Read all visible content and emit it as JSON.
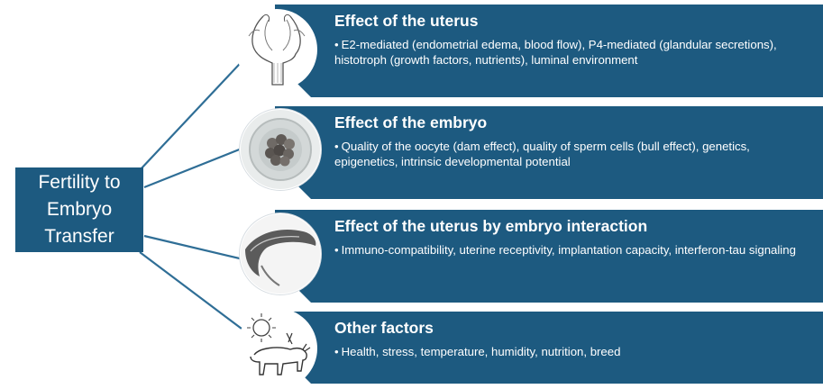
{
  "center": {
    "lines": [
      "Fertility to",
      "Embryo",
      "Transfer"
    ]
  },
  "factors": [
    {
      "title": "Effect of the uterus",
      "bullet": "E2-mediated (endometrial edema, blood flow), P4-mediated (glandular secretions), histotroph (growth factors, nutrients), luminal environment",
      "icon": "uterus-icon"
    },
    {
      "title": "Effect of the embryo",
      "bullet": "Quality of the oocyte (dam effect), quality of sperm cells (bull effect), genetics, epigenetics, intrinsic developmental potential",
      "icon": "embryo-icon"
    },
    {
      "title": "Effect of the uterus by embryo interaction",
      "bullet": "Immuno-compatibility, uterine receptivity, implantation capacity, interferon-tau signaling",
      "icon": "conceptus-icon"
    },
    {
      "title": "Other factors",
      "bullet": "Health, stress, temperature, humidity, nutrition, breed",
      "icon": "cow-sun-icon"
    }
  ],
  "colors": {
    "box": "#1d5a80",
    "connector": "#2f6e96",
    "text": "#ffffff"
  }
}
